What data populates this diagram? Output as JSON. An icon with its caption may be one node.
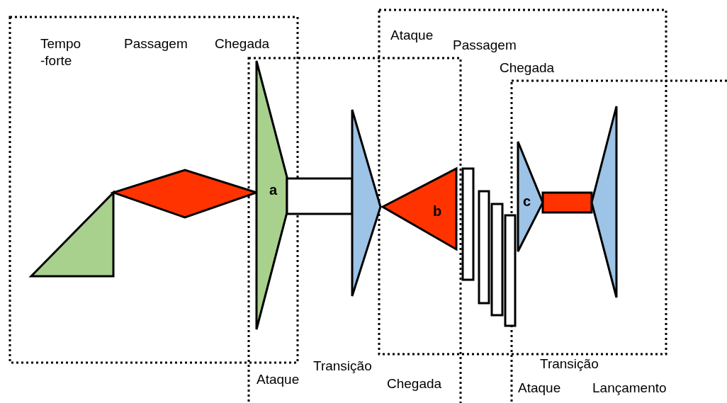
{
  "diagram": {
    "nodes": [
      {
        "text": [],
        "shape": "triangle"
      },
      {
        "text": [],
        "shape": "diamond"
      },
      {
        "text": [
          "a"
        ]
      },
      {
        "text": [],
        "shape": "box"
      },
      {
        "text": [],
        "shape": "triangle"
      },
      {
        "text": [
          "b"
        ]
      },
      {
        "text": [],
        "shape": "box"
      },
      {
        "text": [],
        "shape": "box"
      },
      {
        "text": [],
        "shape": "box"
      },
      {
        "text": [],
        "shape": "box"
      },
      {
        "text": [
          "c"
        ]
      },
      {
        "text": [],
        "shape": "box"
      },
      {
        "text": [],
        "shape": "triangle"
      }
    ],
    "labels": [
      "Tempo -forte",
      "Passagem",
      "Chegada",
      "Ataque",
      "Passagem",
      "Chegada",
      "Ataque",
      "Transição",
      "Chegada",
      "Transição",
      "Ataque",
      "Lançamento"
    ]
  }
}
